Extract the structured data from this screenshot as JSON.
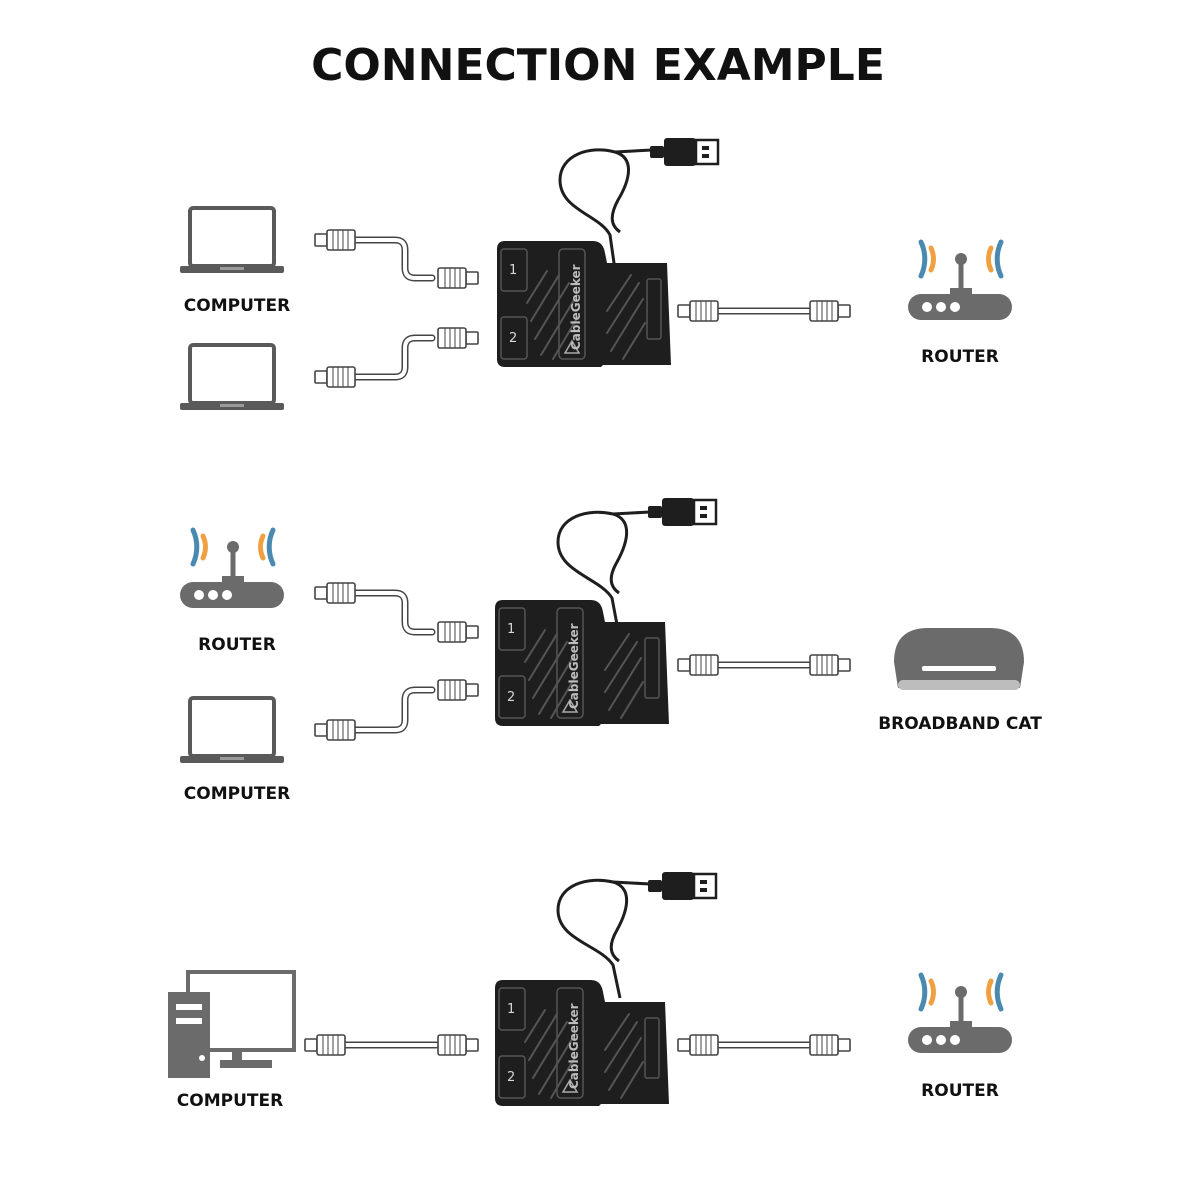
{
  "title": "CONNECTION EXAMPLE",
  "device": {
    "brand": "CableGeeker",
    "port_1": "1",
    "port_2": "2"
  },
  "labels": {
    "row1_left_top": "COMPUTER",
    "row1_right": "ROUTER",
    "row2_left_top": "ROUTER",
    "row2_left_bottom": "COMPUTER",
    "row2_right": "BROADBAND CAT",
    "row3_left": "COMPUTER",
    "row3_right": "ROUTER"
  },
  "colors": {
    "device": "#1e1e1e",
    "icon_gray": "#6b6b6b",
    "signal_orange": "#f0a040",
    "signal_blue": "#4a8ab0"
  }
}
